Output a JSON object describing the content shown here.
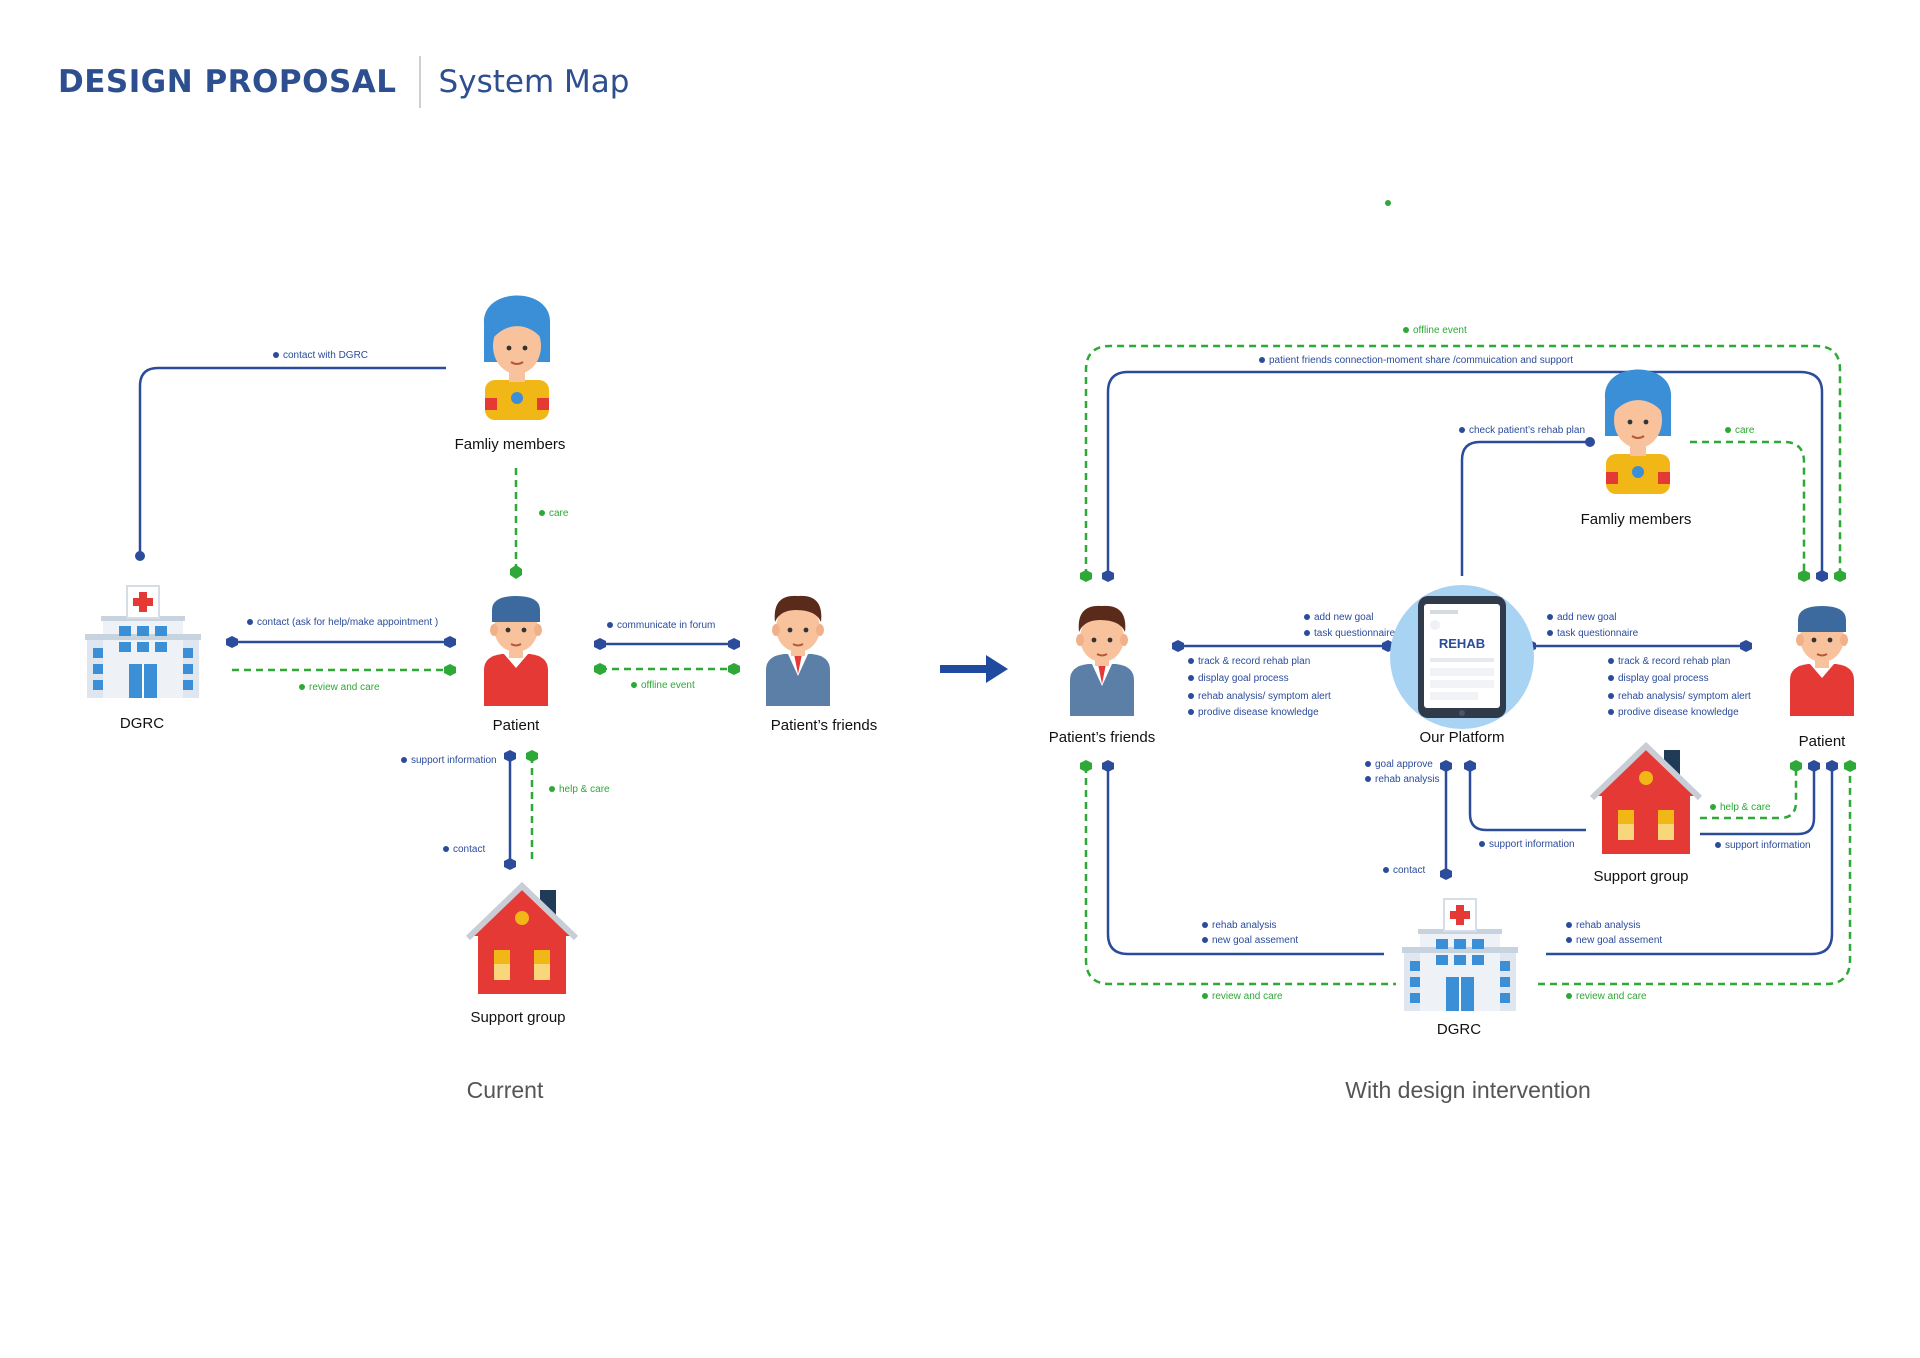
{
  "header": {
    "title": "DESIGN PROPOSAL",
    "subtitle": "System Map"
  },
  "colors": {
    "blue": "#2b4b9b",
    "green": "#2ea836",
    "title": "#2d4f8f",
    "arrow": "#1f4aa0",
    "platform_circle": "#a9d3f3"
  },
  "current": {
    "caption": "Current",
    "nodes": {
      "family": "Famliy members",
      "dgrc": "DGRC",
      "patient": "Patient",
      "friends": "Patient’s friends",
      "support": "Support group"
    },
    "edges": {
      "contact_dgrc": "contact with DGRC",
      "care": "care",
      "contact_help": "contact (ask for help/make appointment )",
      "review_care": "review and care",
      "forum": "communicate in forum",
      "offline": "offline event",
      "support_info": "support information",
      "help_care": "help & care",
      "contact": "contact"
    }
  },
  "intervention": {
    "caption": "With design intervention",
    "platform_screen": "REHAB",
    "nodes": {
      "family": "Famliy members",
      "friends": "Patient’s friends",
      "platform": "Our Platform",
      "patient": "Patient",
      "support": "Support group",
      "dgrc": "DGRC"
    },
    "edges": {
      "offline": "offline event",
      "connection": "patient friends connection-moment share /commuication and support",
      "check_plan": "check patient’s rehab plan",
      "care": "care",
      "add_goal": "add new goal",
      "task_q": "task questionnaire",
      "track": "track & record rehab plan",
      "display": "display goal process",
      "alert": "rehab analysis/ symptom alert",
      "knowledge": "prodive disease knowledge",
      "goal_approve": "goal approve",
      "rehab_analysis": "rehab analysis",
      "support_info": "support information",
      "help_care": "help & care",
      "contact": "contact",
      "new_goal_assess": "new goal assement",
      "review_care": "review and care"
    }
  }
}
